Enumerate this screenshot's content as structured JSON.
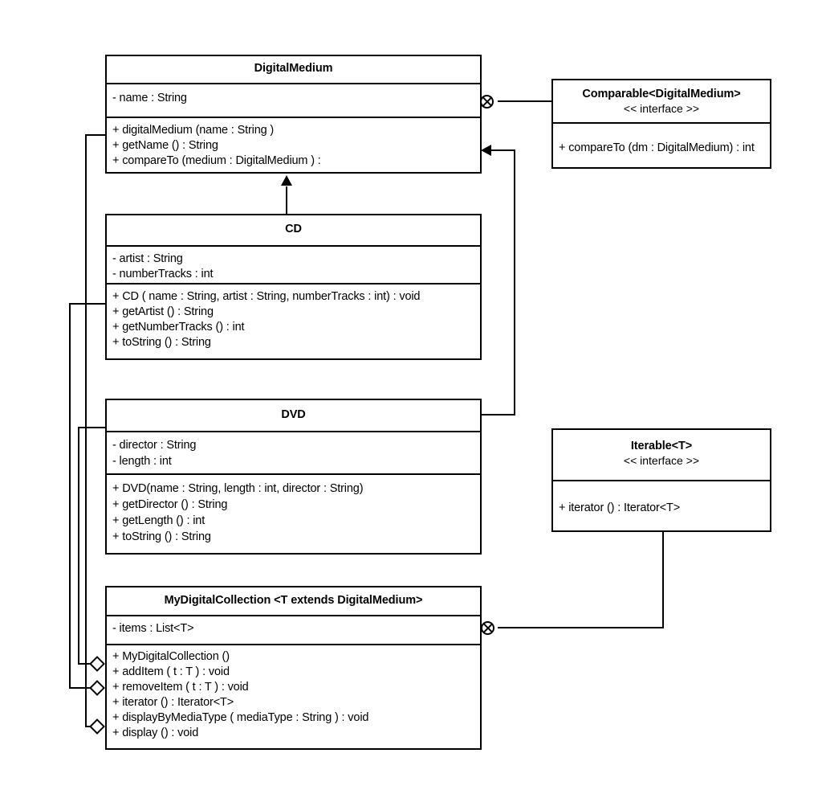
{
  "diagram": {
    "kind": "uml-class-diagram",
    "background": "#ffffff",
    "stroke": "#000000"
  },
  "classes": {
    "digital_medium": {
      "name": "DigitalMedium",
      "attributes": [
        "- name : String"
      ],
      "operations": [
        "+ digitalMedium (name : String )",
        "+ getName () : String",
        "+ compareTo (medium : DigitalMedium ) :"
      ]
    },
    "cd": {
      "name": "CD",
      "attributes": [
        "- artist : String",
        "- numberTracks : int"
      ],
      "operations": [
        "+ CD ( name : String, artist : String, numberTracks : int) : void",
        "+ getArtist () : String",
        "+ getNumberTracks () : int",
        "+ toString () : String"
      ]
    },
    "dvd": {
      "name": "DVD",
      "attributes": [
        "- director : String",
        "- length : int"
      ],
      "operations": [
        "+ DVD(name : String, length : int, director : String)",
        "+ getDirector () : String",
        "+ getLength () : int",
        "+ toString () : String"
      ]
    },
    "my_digital_collection": {
      "name": "MyDigitalCollection <T extends DigitalMedium>",
      "attributes": [
        "- items :  List<T>"
      ],
      "operations": [
        "+ MyDigitalCollection ()",
        "+ addItem ( t : T ) : void",
        "+ removeItem ( t : T ) : void",
        "+ iterator () : Iterator<T>",
        "+ displayByMediaType ( mediaType : String ) : void",
        "+ display () : void"
      ]
    }
  },
  "interfaces": {
    "comparable": {
      "name": "Comparable<DigitalMedium>",
      "stereotype": "<< interface >>",
      "operations": [
        "+ compareTo (dm : DigitalMedium) : int"
      ]
    },
    "iterable": {
      "name": "Iterable<T>",
      "stereotype": "<< interface >>",
      "operations": [
        "+ iterator () : Iterator<T>"
      ]
    }
  },
  "relationships": [
    {
      "id": "cd-extends-digitalmedium",
      "type": "generalization",
      "from": "CD",
      "to": "DigitalMedium",
      "arrowhead": "open-triangle-up"
    },
    {
      "id": "dvd-extends-digitalmedium",
      "type": "generalization",
      "from": "DVD",
      "to": "DigitalMedium",
      "arrowhead": "open-triangle-left"
    },
    {
      "id": "digitalmedium-realizes-comparable",
      "type": "realization",
      "from": "DigitalMedium",
      "to": "Comparable<DigitalMedium>",
      "endmarker": "crossed-circle"
    },
    {
      "id": "mydigitalcollection-realizes-iterable",
      "type": "realization",
      "from": "MyDigitalCollection",
      "to": "Iterable<T>",
      "endmarker": "crossed-circle"
    },
    {
      "id": "collection-aggregates-dvd",
      "type": "aggregation",
      "from": "MyDigitalCollection",
      "to": "DVD",
      "endmarker": "hollow-diamond"
    },
    {
      "id": "collection-aggregates-cd",
      "type": "aggregation",
      "from": "MyDigitalCollection",
      "to": "CD",
      "endmarker": "hollow-diamond"
    },
    {
      "id": "collection-aggregates-digitalmedium",
      "type": "aggregation",
      "from": "MyDigitalCollection",
      "to": "DigitalMedium",
      "endmarker": "hollow-diamond"
    }
  ]
}
